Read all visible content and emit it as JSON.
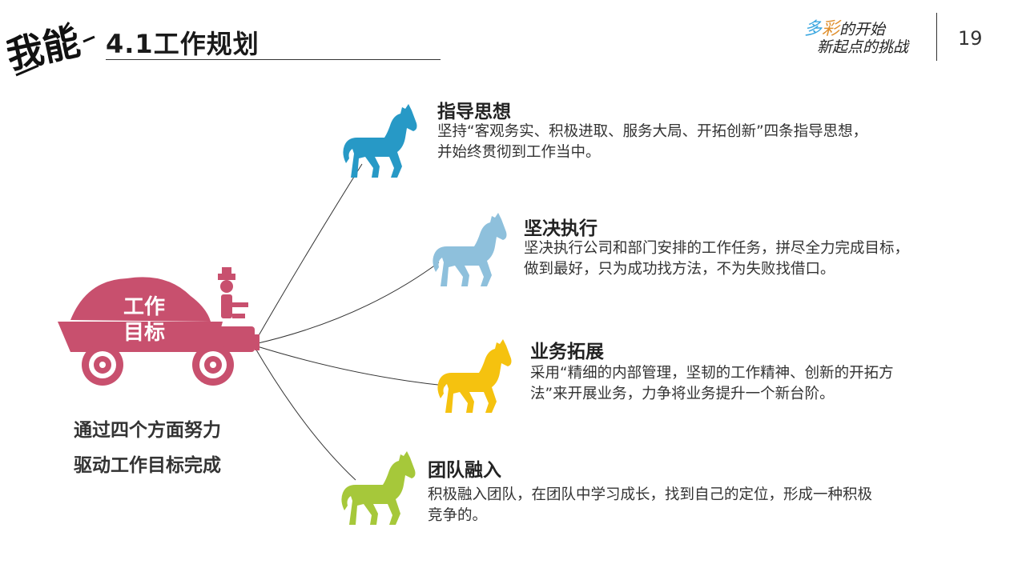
{
  "header": {
    "logo_text": "我能",
    "title": "4.1工作规划",
    "slogan_line1_c1": "多",
    "slogan_line1_c2": "彩",
    "slogan_line1_rest": "的开始",
    "slogan_line2": "新起点的挑战",
    "page_number": "19"
  },
  "center": {
    "truck_label_line1": "工作",
    "truck_label_line2": "目标",
    "caption_line1": "通过四个方面努力",
    "caption_line2": "驱动工作目标完成",
    "truck_color": "#c8506e"
  },
  "items": [
    {
      "title": "指导思想",
      "desc_line1": "坚持“客观务实、积极进取、服务大局、开拓创新”四条指导思想，",
      "desc_line2": "并始终贯彻到工作当中。",
      "color": "#2799c6"
    },
    {
      "title": "坚决执行",
      "desc_line1": "坚决执行公司和部门安排的工作任务，拼尽全力完成目标，",
      "desc_line2": "做到最好，只为成功找方法，不为失败找借口。",
      "color": "#8ec0dc"
    },
    {
      "title": "业务拓展",
      "desc_line1": "采用“精细的内部管理，坚韧的工作精神、创新的开拓方",
      "desc_line2": "法”来开展业务，力争将业务提升一个新台阶。",
      "color": "#f5c20f"
    },
    {
      "title": "团队融入",
      "desc_line1": "积极融入团队，在团队中学习成长，找到自己的定位，形成一种积极",
      "desc_line2": "竞争的。",
      "color": "#a6c83a"
    }
  ]
}
